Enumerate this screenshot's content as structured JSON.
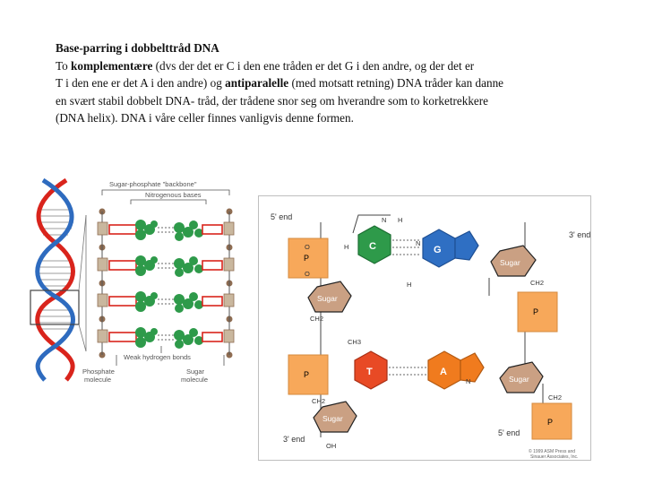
{
  "text": {
    "title": "Base-parring i dobbelttråd DNA",
    "line1_a": "To ",
    "line1_bold": "komplementære",
    "line1_b": " (dvs der det er C i den ene tråden er det G i den andre, og der det er",
    "line2_a": "T i den ene er det A i den andre) og ",
    "line2_bold": "antiparalelle",
    "line2_b": " (med motsatt retning) DNA tråder kan danne",
    "line3": "en svært stabil dobbelt DNA- tråd, der trådene snor seg om hverandre som to korketrekkere",
    "line4": "(DNA helix). DNA i våre celler finnes vanligvis denne formen."
  },
  "left_figure": {
    "label_backbone": "Sugar-phosphate \"backbone\"",
    "label_bases": "Nitrogenous bases",
    "label_hbonds": "Weak hydrogen bonds",
    "label_phosphate_1": "Phosphate",
    "label_phosphate_2": "molecule",
    "label_sugar_1": "Sugar",
    "label_sugar_2": "molecule"
  },
  "right_figure": {
    "end_5_top": "5' end",
    "end_3_top": "3' end",
    "end_3_bottom": "3' end",
    "end_5_bottom": "5' end",
    "base_c": "C",
    "base_g": "G",
    "base_t": "T",
    "base_a": "A",
    "sugar": "Sugar",
    "phosphate_p": "P",
    "o": "O",
    "h": "H",
    "n": "N",
    "ch2": "CH2",
    "ch3": "CH3",
    "oh": "OH",
    "copyright_1": "© 1999 ASM Press and",
    "copyright_2": "Sinauer Associates, Inc."
  },
  "colors": {
    "cytosine": "#2e9a4a",
    "guanine": "#2f6fc3",
    "thymine": "#e84a25",
    "adenine": "#f07b1e",
    "sugar": "#caa083",
    "phosphate_box": "#f7a85a",
    "helix_red": "#d9241c",
    "helix_blue": "#2e6bbf"
  }
}
